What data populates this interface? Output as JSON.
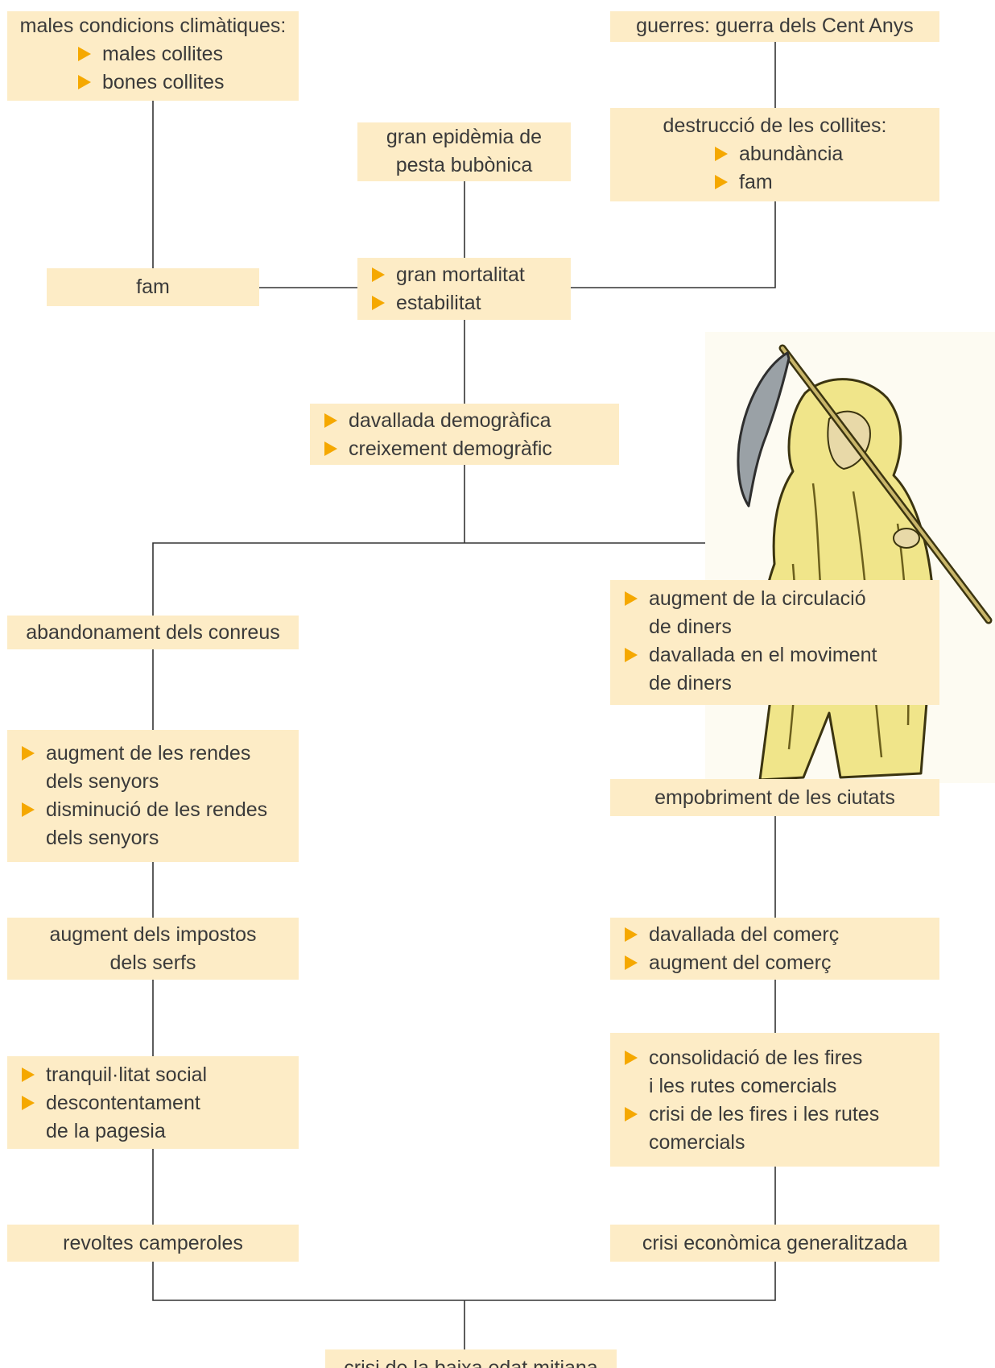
{
  "nodes": {
    "climate": {
      "title": "males condicions climàtiques:",
      "options": [
        "males collites",
        "bones collites"
      ]
    },
    "war": {
      "title": "guerres: guerra dels Cent Anys"
    },
    "plague": {
      "lines": [
        "gran epidèmia de",
        "pesta bubònica"
      ]
    },
    "destruction": {
      "title": "destrucció de les collites:",
      "options": [
        "abundància",
        "fam"
      ]
    },
    "famine": {
      "title": "fam"
    },
    "mortality": {
      "options": [
        "gran mortalitat",
        "estabilitat"
      ]
    },
    "demography": {
      "options": [
        "davallada demogràfica",
        "creixement demogràfic"
      ]
    },
    "abandonment": {
      "title": "abandonament dels conreus"
    },
    "money": {
      "options": [
        [
          "augment de la circulació",
          "de diners"
        ],
        [
          "davallada en el moviment",
          "de diners"
        ]
      ]
    },
    "rents": {
      "options": [
        [
          "augment de les rendes",
          "dels senyors"
        ],
        [
          "disminució de les rendes",
          "dels senyors"
        ]
      ]
    },
    "impoverishment": {
      "title": "empobriment de les ciutats"
    },
    "taxes": {
      "lines": [
        "augment dels impostos",
        "dels serfs"
      ]
    },
    "trade": {
      "options": [
        "davallada del comerç",
        "augment del comerç"
      ]
    },
    "unrest": {
      "options": [
        [
          "tranquil·litat social"
        ],
        [
          "descontentament",
          "de la pagesia"
        ]
      ]
    },
    "fairs": {
      "options": [
        [
          "consolidació de les fires",
          "i les rutes comercials"
        ],
        [
          "crisi de les fires i les rutes",
          "comercials"
        ]
      ]
    },
    "revolts": {
      "title": "revoltes camperoles"
    },
    "economic_crisis": {
      "title": "crisi econòmica generalitzada"
    },
    "final": {
      "title": "crisi de la baixa edat mitjana"
    }
  },
  "colors": {
    "box_fill": "#fdecc6",
    "bullet": "#f5a800",
    "line": "#333333",
    "text": "#3a3a3a"
  },
  "illustration": {
    "icon": "grim-reaper-with-scythe"
  }
}
